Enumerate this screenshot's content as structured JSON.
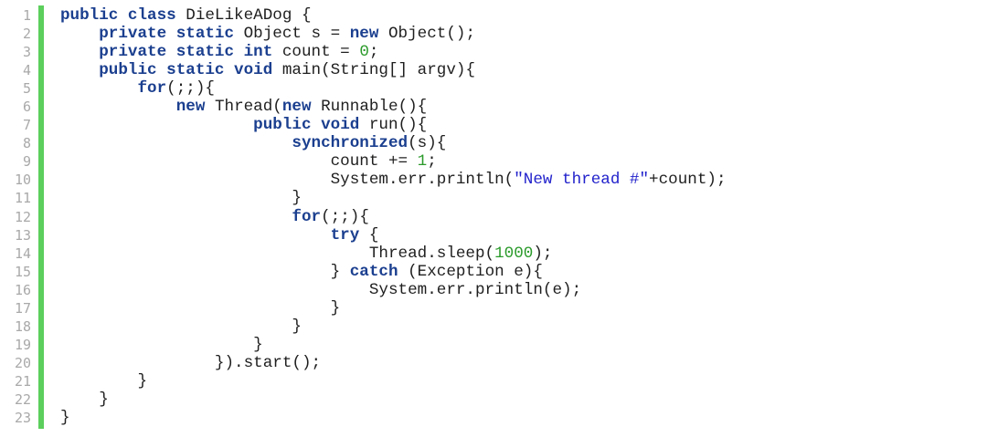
{
  "editor": {
    "line_numbers": [
      "1",
      "2",
      "3",
      "4",
      "5",
      "6",
      "7",
      "8",
      "9",
      "10",
      "11",
      "12",
      "13",
      "14",
      "15",
      "16",
      "17",
      "18",
      "19",
      "20",
      "21",
      "22",
      "23"
    ],
    "lines": [
      [
        {
          "t": "keyword",
          "v": "public class"
        },
        {
          "t": "plain",
          "v": " DieLikeADog {"
        }
      ],
      [
        {
          "t": "plain",
          "v": "    "
        },
        {
          "t": "keyword",
          "v": "private static"
        },
        {
          "t": "plain",
          "v": " Object s = "
        },
        {
          "t": "keyword",
          "v": "new"
        },
        {
          "t": "plain",
          "v": " Object();"
        }
      ],
      [
        {
          "t": "plain",
          "v": "    "
        },
        {
          "t": "keyword",
          "v": "private static int"
        },
        {
          "t": "plain",
          "v": " count = "
        },
        {
          "t": "number",
          "v": "0"
        },
        {
          "t": "plain",
          "v": ";"
        }
      ],
      [
        {
          "t": "plain",
          "v": "    "
        },
        {
          "t": "keyword",
          "v": "public static void"
        },
        {
          "t": "plain",
          "v": " main(String[] argv){"
        }
      ],
      [
        {
          "t": "plain",
          "v": "        "
        },
        {
          "t": "keyword",
          "v": "for"
        },
        {
          "t": "plain",
          "v": "(;;){"
        }
      ],
      [
        {
          "t": "plain",
          "v": "            "
        },
        {
          "t": "keyword",
          "v": "new"
        },
        {
          "t": "plain",
          "v": " Thread("
        },
        {
          "t": "keyword",
          "v": "new"
        },
        {
          "t": "plain",
          "v": " Runnable(){"
        }
      ],
      [
        {
          "t": "plain",
          "v": "                    "
        },
        {
          "t": "keyword",
          "v": "public void"
        },
        {
          "t": "plain",
          "v": " run(){"
        }
      ],
      [
        {
          "t": "plain",
          "v": "                        "
        },
        {
          "t": "keyword",
          "v": "synchronized"
        },
        {
          "t": "plain",
          "v": "(s){"
        }
      ],
      [
        {
          "t": "plain",
          "v": "                            count += "
        },
        {
          "t": "number",
          "v": "1"
        },
        {
          "t": "plain",
          "v": ";"
        }
      ],
      [
        {
          "t": "plain",
          "v": "                            System.err.println("
        },
        {
          "t": "string",
          "v": "\"New thread #\""
        },
        {
          "t": "plain",
          "v": "+count);"
        }
      ],
      [
        {
          "t": "plain",
          "v": "                        }"
        }
      ],
      [
        {
          "t": "plain",
          "v": "                        "
        },
        {
          "t": "keyword",
          "v": "for"
        },
        {
          "t": "plain",
          "v": "(;;){"
        }
      ],
      [
        {
          "t": "plain",
          "v": "                            "
        },
        {
          "t": "keyword",
          "v": "try"
        },
        {
          "t": "plain",
          "v": " {"
        }
      ],
      [
        {
          "t": "plain",
          "v": "                                Thread.sleep("
        },
        {
          "t": "number",
          "v": "1000"
        },
        {
          "t": "plain",
          "v": ");"
        }
      ],
      [
        {
          "t": "plain",
          "v": "                            } "
        },
        {
          "t": "keyword",
          "v": "catch"
        },
        {
          "t": "plain",
          "v": " (Exception e){"
        }
      ],
      [
        {
          "t": "plain",
          "v": "                                System.err.println(e);"
        }
      ],
      [
        {
          "t": "plain",
          "v": "                            }"
        }
      ],
      [
        {
          "t": "plain",
          "v": "                        }"
        }
      ],
      [
        {
          "t": "plain",
          "v": "                    }"
        }
      ],
      [
        {
          "t": "plain",
          "v": "                }).start();"
        }
      ],
      [
        {
          "t": "plain",
          "v": "        }"
        }
      ],
      [
        {
          "t": "plain",
          "v": "    }"
        }
      ],
      [
        {
          "t": "plain",
          "v": "}"
        }
      ]
    ],
    "colors": {
      "keyword": "#1b3f8f",
      "number": "#2a9a2a",
      "string": "#2222cc",
      "gutter_bar": "#5ccf5c",
      "line_number": "#a9a9a9"
    }
  }
}
